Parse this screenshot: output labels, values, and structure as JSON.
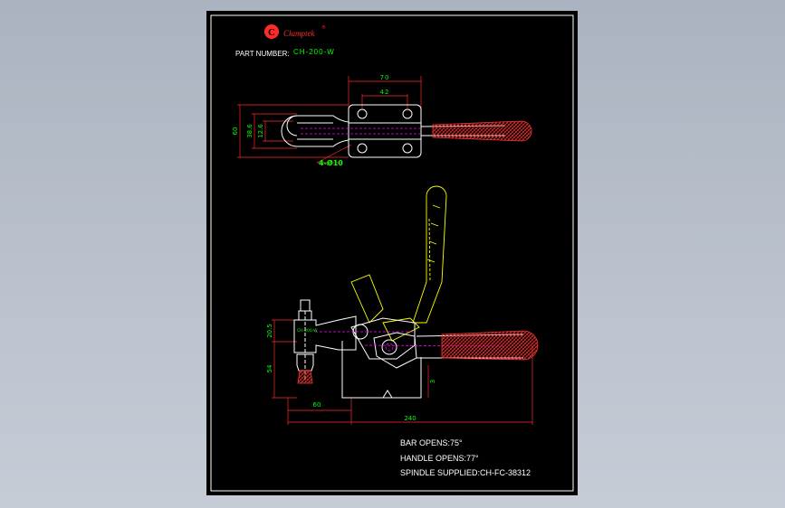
{
  "brand": {
    "initial": "C",
    "name": "Clamptek",
    "mark": "®"
  },
  "part": {
    "label": "PART NUMBER:",
    "value": "CH-200-W"
  },
  "top_view": {
    "dim_width": "70",
    "dim_hole_spacing": "42",
    "dim_height": "60",
    "dim_inner": "38.6",
    "dim_slot": "12.6",
    "hole_callout": "4-Ø10"
  },
  "side_view": {
    "spindle_label": "CH-200-W",
    "dim_upper": "20.5",
    "dim_height": "54",
    "dim_base": "60",
    "dim_total": "240",
    "dim_gap": "3"
  },
  "notes": [
    "BAR OPENS:75°",
    "HANDLE OPENS:77°",
    "SPINDLE SUPPLIED:CH-FC-38312"
  ],
  "colors": {
    "frame": "#ffffff",
    "part_outline": "#ffffff",
    "dimension": "#ff2a2a",
    "dim_text": "#00ff00",
    "open_position": "#ffff00",
    "hidden_line": "#ff00ff",
    "grip_hatch": "#ff3333",
    "logo": "#ff2a2a"
  }
}
